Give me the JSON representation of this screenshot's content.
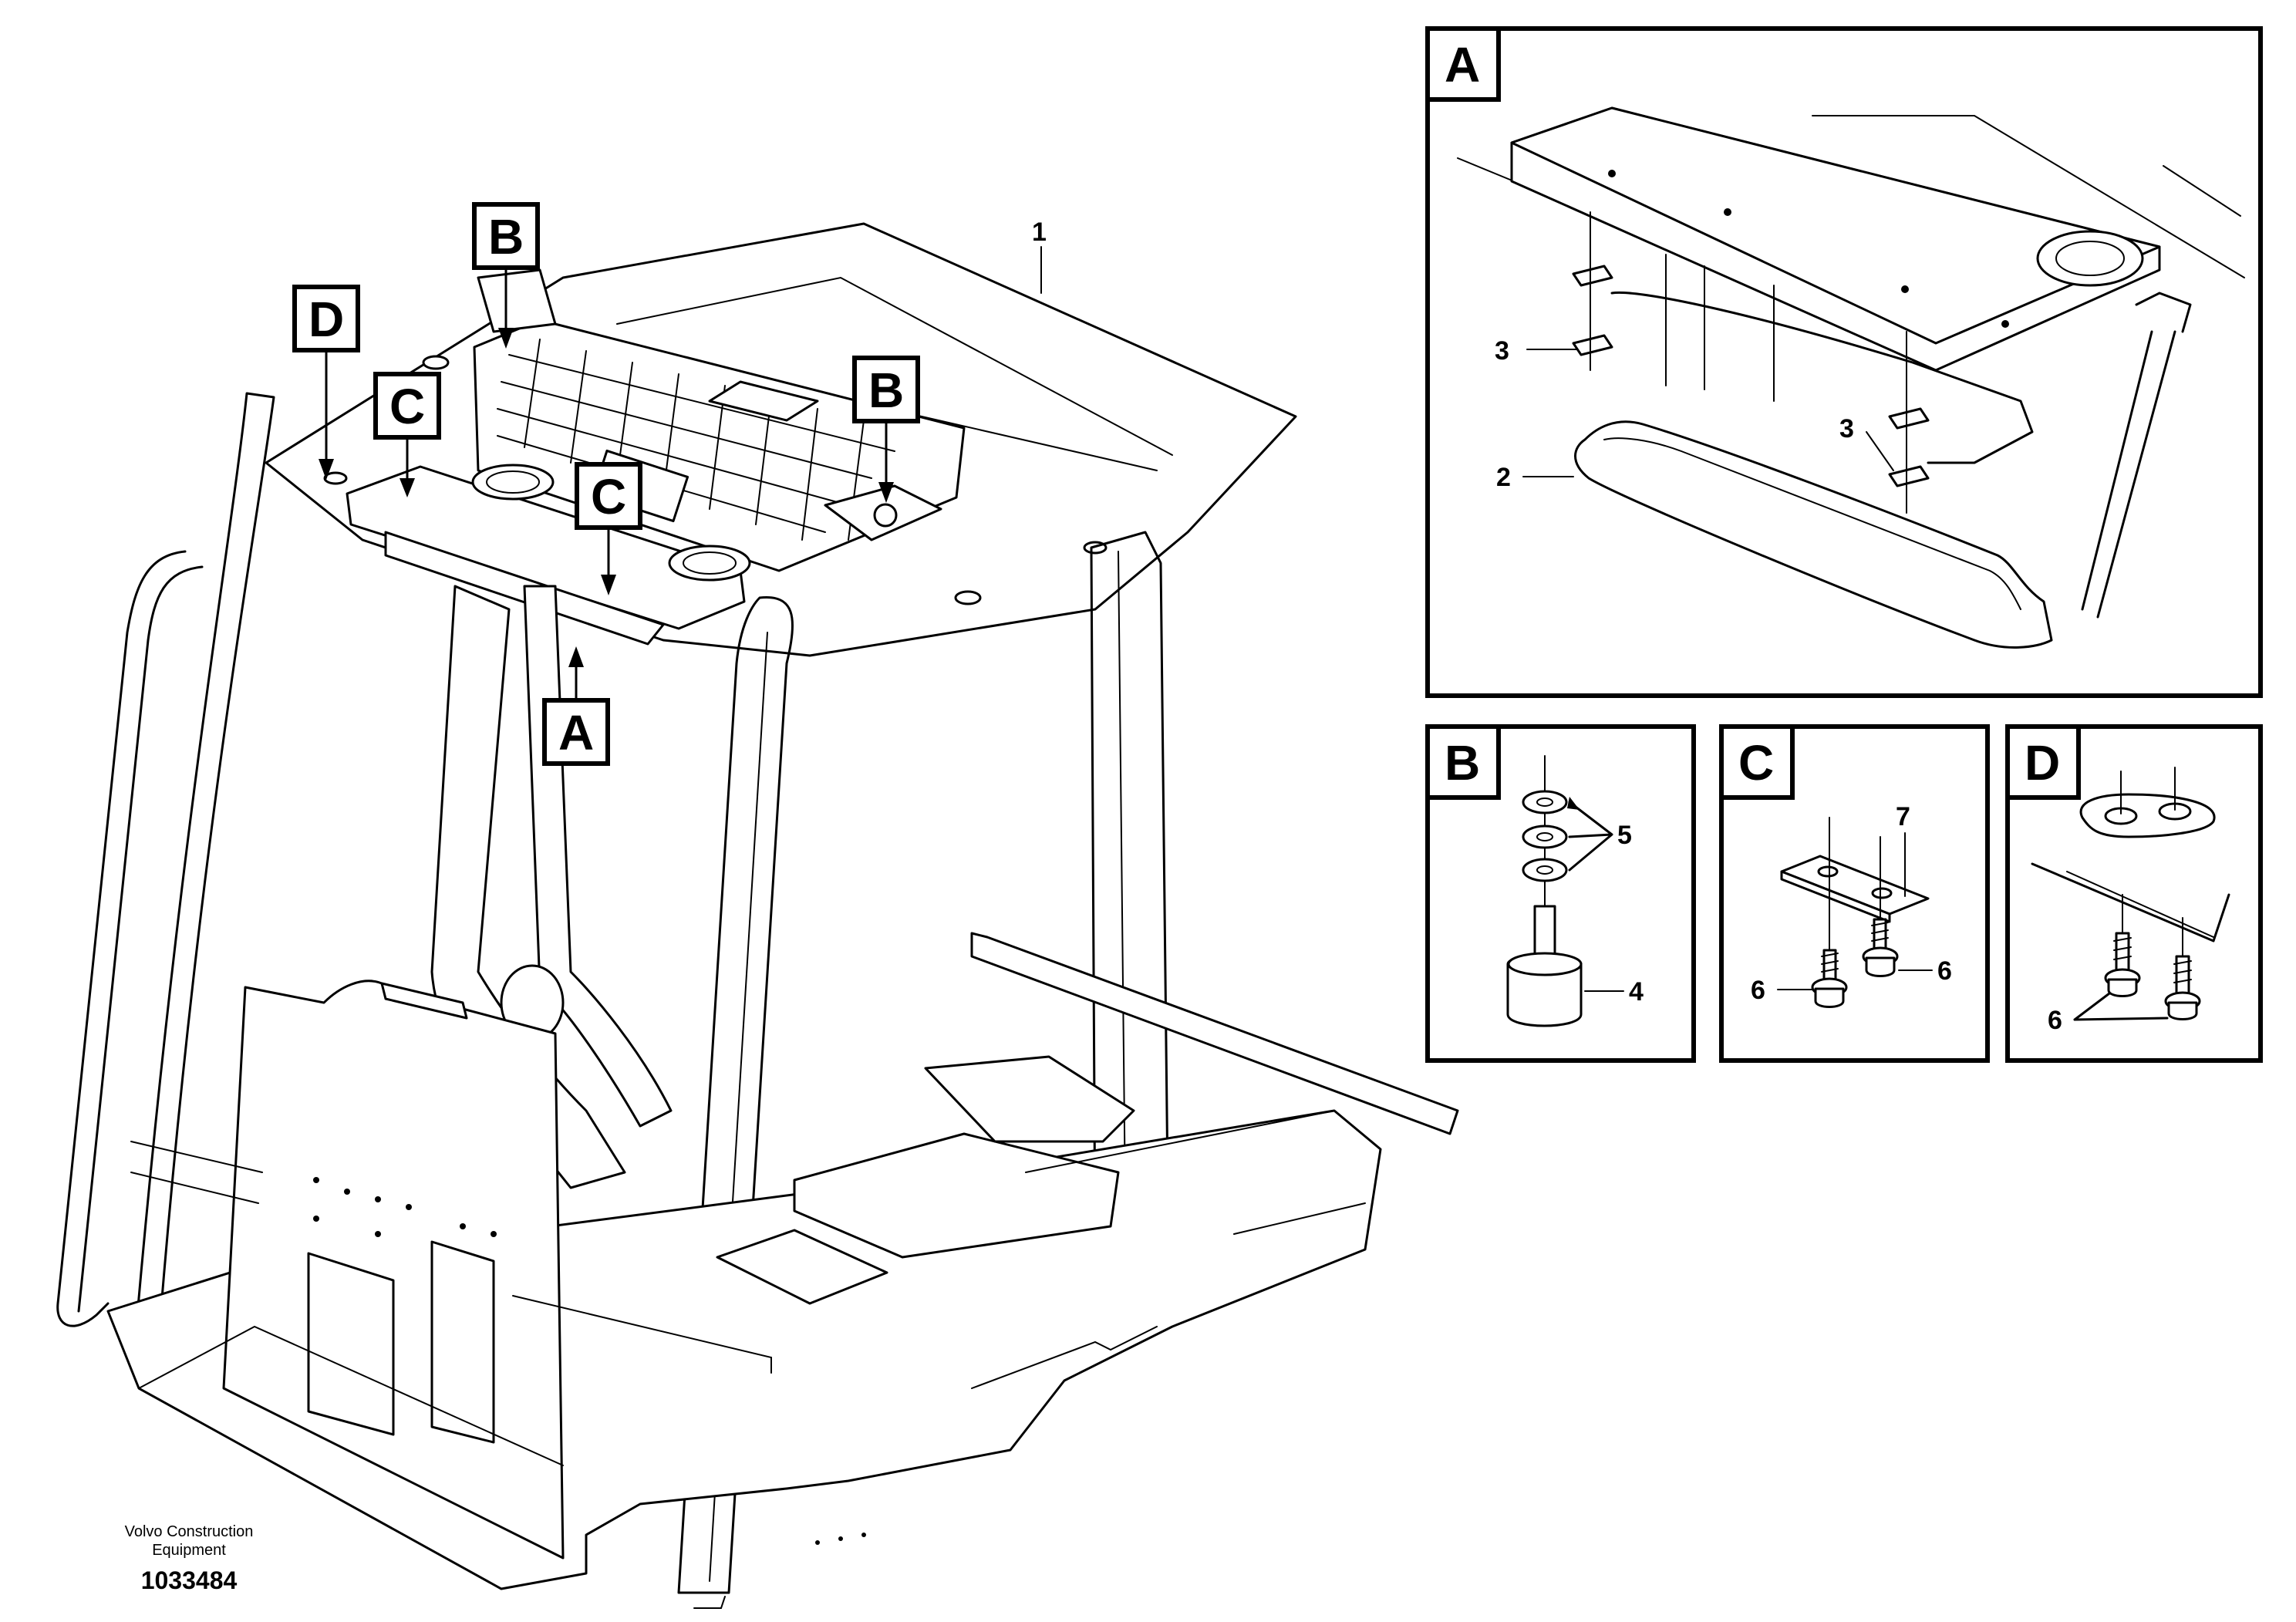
{
  "detail_tags": {
    "main_d": "D",
    "main_c_left": "C",
    "main_b_top": "B",
    "main_b_right": "B",
    "main_c_right": "C",
    "main_a": "A",
    "panel_a": "A",
    "panel_b": "B",
    "panel_c": "C",
    "panel_d": "D"
  },
  "callouts": {
    "main_1": "1",
    "a_3_left": "3",
    "a_3_right": "3",
    "a_2": "2",
    "b_5": "5",
    "b_4": "4",
    "c_7": "7",
    "c_6_left": "6",
    "c_6_right": "6",
    "d_6": "6"
  },
  "credit": {
    "line1": "Volvo Construction",
    "line2": "Equipment",
    "drawing_number": "1033484"
  }
}
